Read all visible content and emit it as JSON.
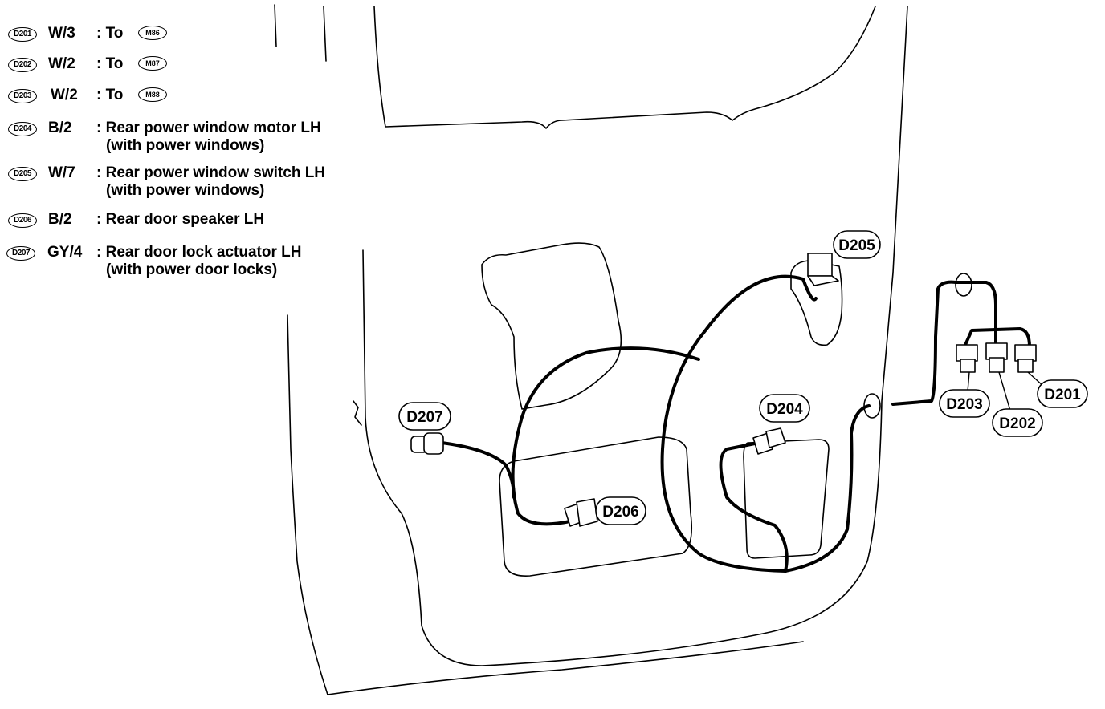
{
  "legend": [
    {
      "id": "D201",
      "spec": "W/3",
      "desc": ": To",
      "target": "M86"
    },
    {
      "id": "D202",
      "spec": "W/2",
      "desc": ": To",
      "target": "M87"
    },
    {
      "id": "D203",
      "spec": "W/2",
      "desc": ": To",
      "target": "M88"
    },
    {
      "id": "D204",
      "spec": "B/2",
      "desc": ": Rear power window motor LH",
      "desc2": "(with power windows)"
    },
    {
      "id": "D205",
      "spec": "W/7",
      "desc": ": Rear power window switch LH",
      "desc2": "(with power windows)"
    },
    {
      "id": "D206",
      "spec": "B/2",
      "desc": ": Rear door speaker LH"
    },
    {
      "id": "D207",
      "spec": "GY/4",
      "desc": ": Rear door lock actuator LH",
      "desc2": "(with power door locks)"
    }
  ],
  "connector_labels": {
    "d201": "D201",
    "d202": "D202",
    "d203": "D203",
    "d204": "D204",
    "d205": "D205",
    "d206": "D206",
    "d207": "D207"
  }
}
